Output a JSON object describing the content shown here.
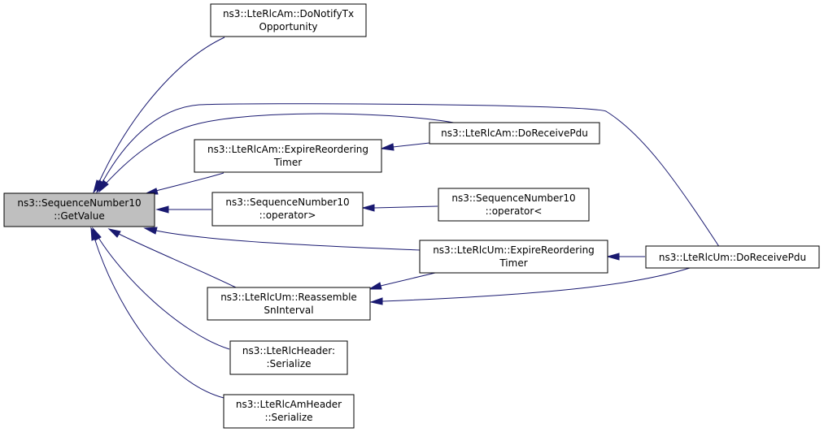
{
  "colors": {
    "edge": "#191970",
    "root_fill": "#bfbfbf",
    "node_fill": "#ffffff",
    "border": "#000000"
  },
  "nodes": {
    "root": {
      "line1": "ns3::SequenceNumber10",
      "line2": "::GetValue"
    },
    "am_notify_tx": {
      "line1": "ns3::LteRlcAm::DoNotifyTx",
      "line2": "Opportunity"
    },
    "am_receive_pdu": {
      "line1": "ns3::LteRlcAm::DoReceivePdu"
    },
    "am_expire": {
      "line1": "ns3::LteRlcAm::ExpireReordering",
      "line2": "Timer"
    },
    "sn_greater": {
      "line1": "ns3::SequenceNumber10",
      "line2": "::operator>"
    },
    "sn_less": {
      "line1": "ns3::SequenceNumber10",
      "line2": "::operator<"
    },
    "um_expire": {
      "line1": "ns3::LteRlcUm::ExpireReordering",
      "line2": "Timer"
    },
    "um_receive_pdu": {
      "line1": "ns3::LteRlcUm::DoReceivePdu"
    },
    "um_reassemble": {
      "line1": "ns3::LteRlcUm::Reassemble",
      "line2": "SnInterval"
    },
    "header_serialize": {
      "line1": "ns3::LteRlcHeader:",
      "line2": ":Serialize"
    },
    "amheader_serialize": {
      "line1": "ns3::LteRlcAmHeader",
      "line2": "::Serialize"
    }
  }
}
